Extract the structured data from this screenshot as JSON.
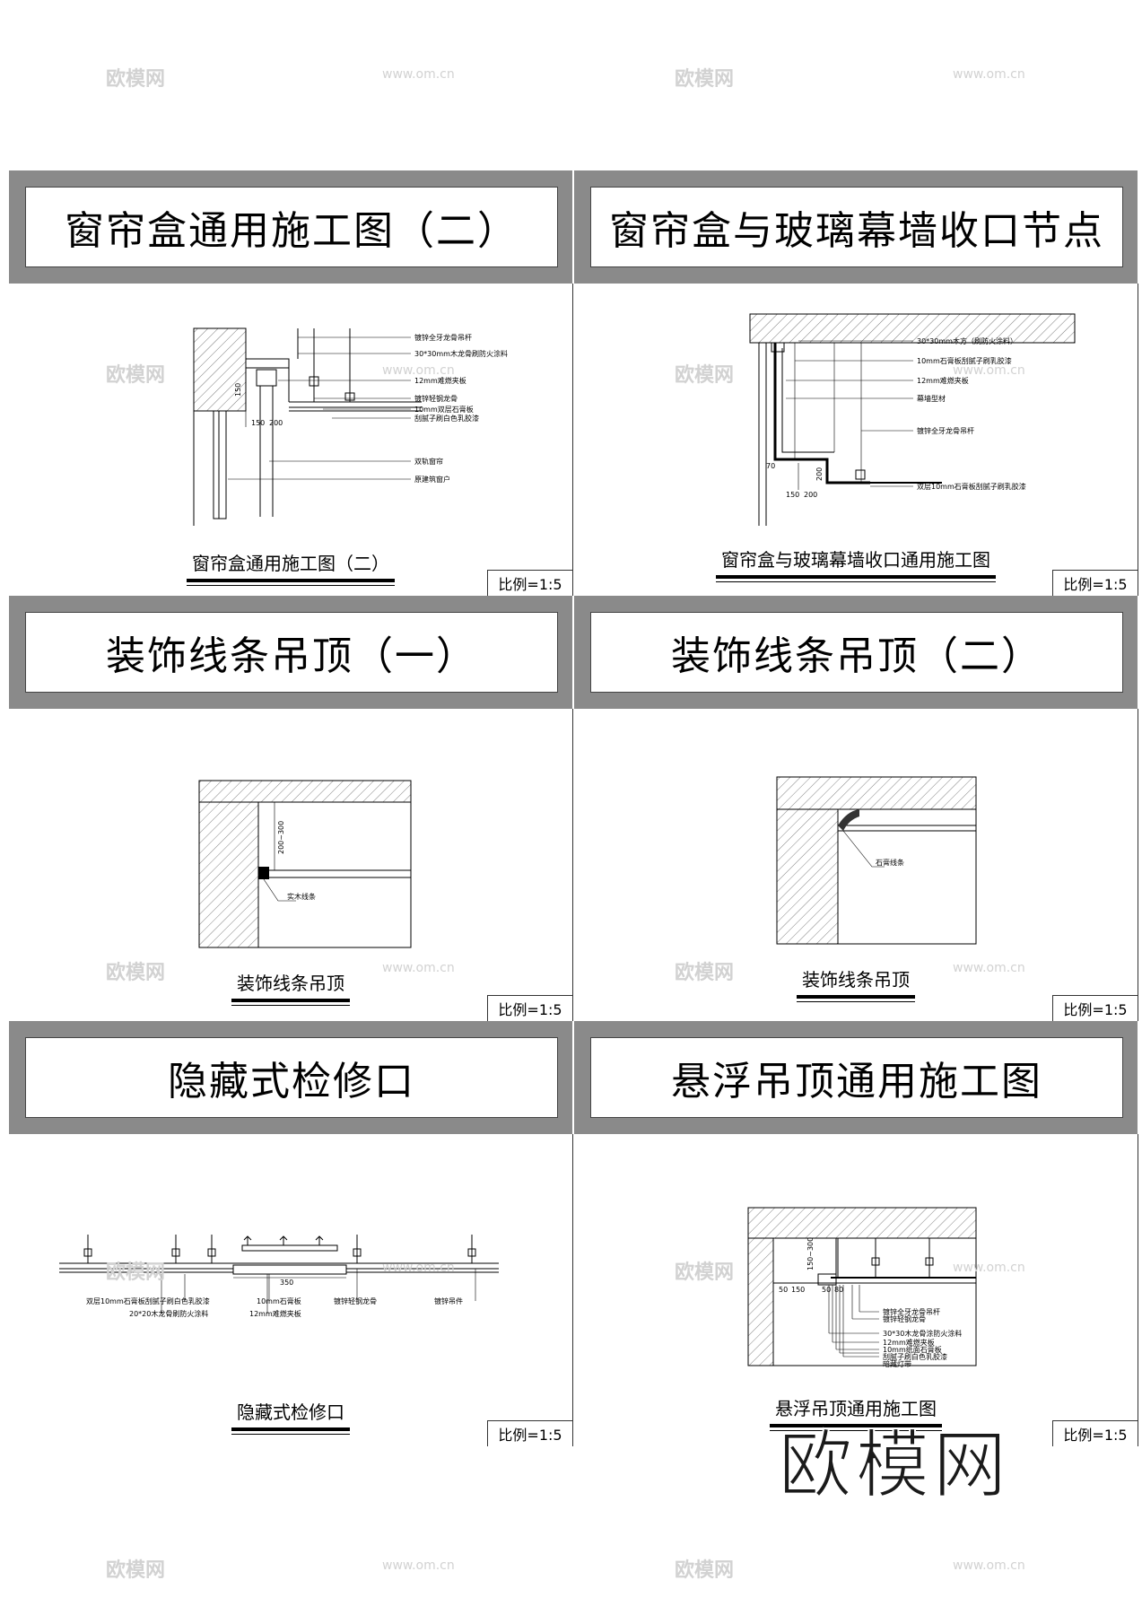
{
  "panels": [
    {
      "title": "窗帘盒通用施工图（二）",
      "caption": "窗帘盒通用施工图（二）",
      "scale": "比例=1:5",
      "labels": [
        "镀锌全牙龙骨吊杆",
        "30*30mm木龙骨刷防火涂料",
        "12mm难燃夹板",
        "镀锌轻钢龙骨",
        "10mm双层石膏板",
        "刮腻子刷白色乳胶漆",
        "双轨窗帘",
        "原建筑窗户"
      ],
      "dims": [
        "150",
        "150",
        "200"
      ]
    },
    {
      "title": "窗帘盒与玻璃幕墙收口节点",
      "caption": "窗帘盒与玻璃幕墙收口通用施工图",
      "scale": "比例=1:5",
      "labels": [
        "30*30mm木方（刷防火涂料）",
        "10mm石膏板刮腻子刷乳胶漆",
        "12mm难燃夹板",
        "幕墙型材",
        "镀锌全牙龙骨吊杆",
        "双层10mm石膏板刮腻子刷乳胶漆"
      ],
      "dims": [
        "70",
        "200",
        "150",
        "200"
      ]
    },
    {
      "title": "装饰线条吊顶（一）",
      "caption": "装饰线条吊顶",
      "scale": "比例=1:5",
      "labels": [
        "实木线条"
      ],
      "dims": [
        "200~300"
      ]
    },
    {
      "title": "装饰线条吊顶（二）",
      "caption": "装饰线条吊顶",
      "scale": "比例=1:5",
      "labels": [
        "石膏线条"
      ],
      "dims": []
    },
    {
      "title": "隐藏式检修口",
      "caption": "隐藏式检修口",
      "scale": "比例=1:5",
      "labels": [
        "双层10mm石膏板刮腻子刷白色乳胶漆",
        "20*20木龙骨刷防火涂料",
        "10mm石膏板",
        "12mm难燃夹板",
        "镀锌轻钢龙骨",
        "镀锌吊件"
      ],
      "dims": [
        "350"
      ]
    },
    {
      "title": "悬浮吊顶通用施工图",
      "caption": "悬浮吊顶通用施工图",
      "scale": "比例=1:5",
      "labels": [
        "镀锌全牙龙骨吊杆",
        "镀锌轻钢龙骨",
        "30*30木龙骨涂防火涂料",
        "12mm难燃夹板",
        "10mm纸面石膏板",
        "刮腻子刷白色乳胶漆",
        "暗藏灯带"
      ],
      "dims": [
        "150~300",
        "50",
        "150",
        "50",
        "80"
      ]
    }
  ],
  "watermarks": {
    "cn": "欧模网",
    "url": "www.om.cn"
  },
  "logo": "欧模网"
}
